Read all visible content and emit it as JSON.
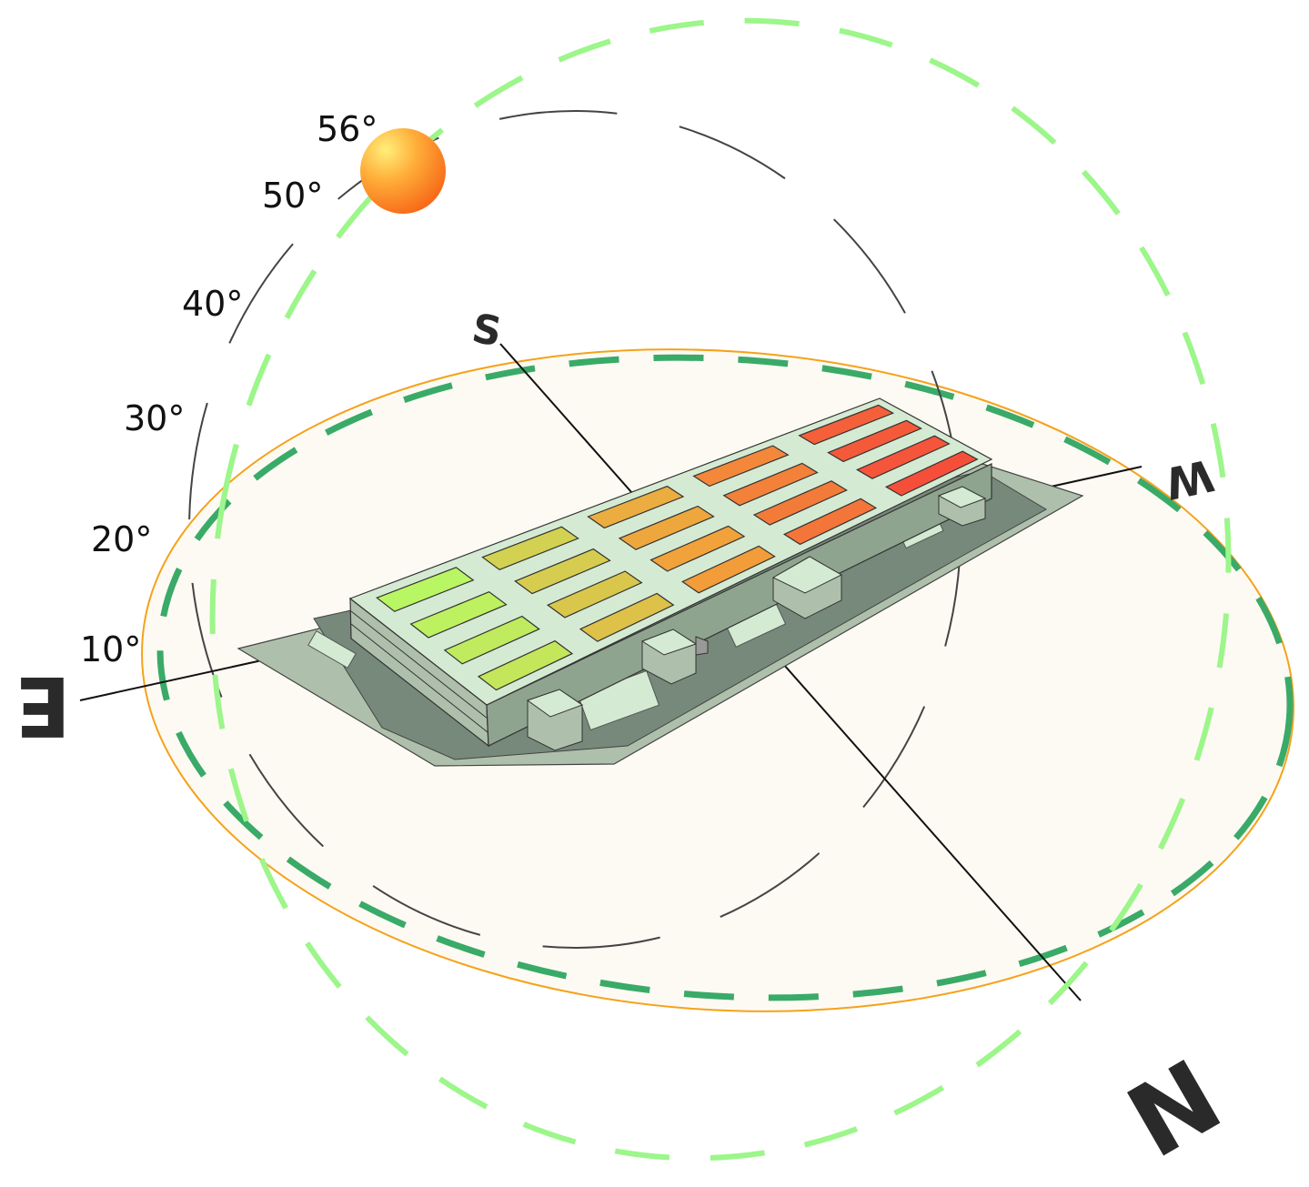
{
  "diagram": {
    "title_visible": false,
    "sun": {
      "altitude_label": "56°",
      "colors": {
        "center": "#ffe86a",
        "edge": "#f96a1a"
      }
    },
    "altitude_labels": [
      "50°",
      "40°",
      "30°",
      "20°",
      "10°"
    ],
    "directions": {
      "south": "S",
      "west": "W",
      "east": "E",
      "north": "N"
    },
    "colors": {
      "ground_disc": "#fdfaf3",
      "horizon_ring": "#f5a21b",
      "horizon_dashed": "#3aaa68",
      "sun_path": "#9cf68a",
      "meridian": "#444444",
      "roof_low": "#b9f663",
      "roof_mid": "#f2a23a",
      "roof_high": "#f5493a"
    },
    "roof_panel_grid": {
      "columns": 5,
      "rows": 4
    }
  }
}
